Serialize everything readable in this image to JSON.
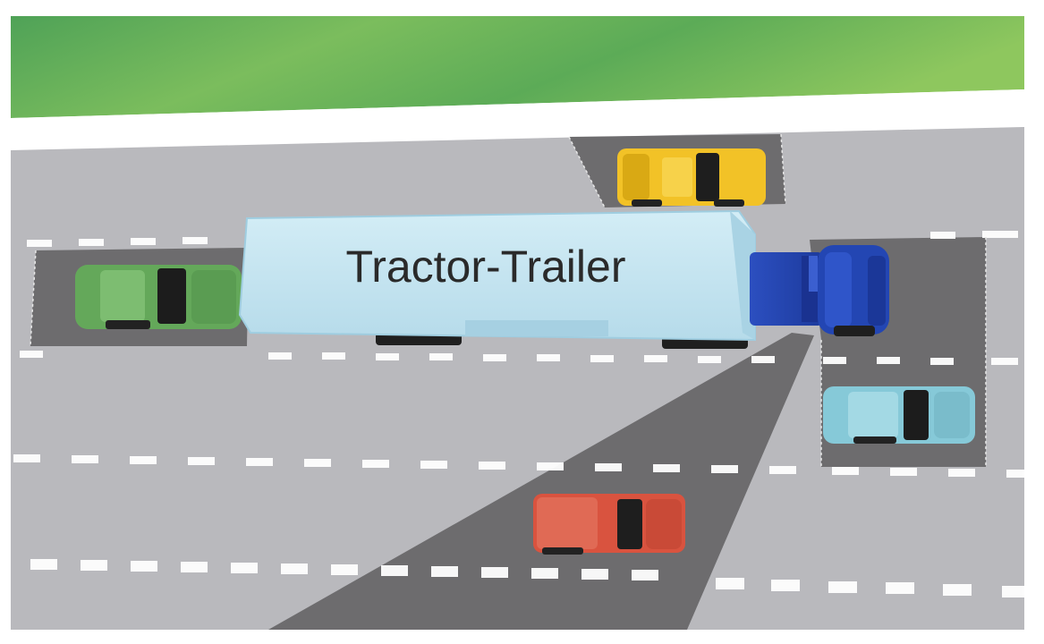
{
  "diagram": {
    "truck_label": "Tractor-Trailer",
    "colors": {
      "grass_dark": "#56a85a",
      "grass_light": "#8cc75c",
      "road": "#b9b9bd",
      "blind_spot": "#6d6c6e",
      "lane_dash": "#ffffff",
      "trailer": "#c4e4ef",
      "cab": "#2346b3",
      "car_yellow": "#f2c227",
      "car_green": "#64a85a",
      "car_cyan": "#86c9d8",
      "car_red": "#d9533f"
    },
    "vehicles": [
      {
        "name": "tractor-trailer",
        "color": "blue cab, light blue trailer"
      },
      {
        "name": "yellow-car",
        "color": "yellow"
      },
      {
        "name": "green-car",
        "color": "green"
      },
      {
        "name": "cyan-car",
        "color": "light blue"
      },
      {
        "name": "red-car",
        "color": "red"
      }
    ],
    "blind_spots": [
      "front",
      "rear",
      "left-side",
      "right-side"
    ]
  }
}
